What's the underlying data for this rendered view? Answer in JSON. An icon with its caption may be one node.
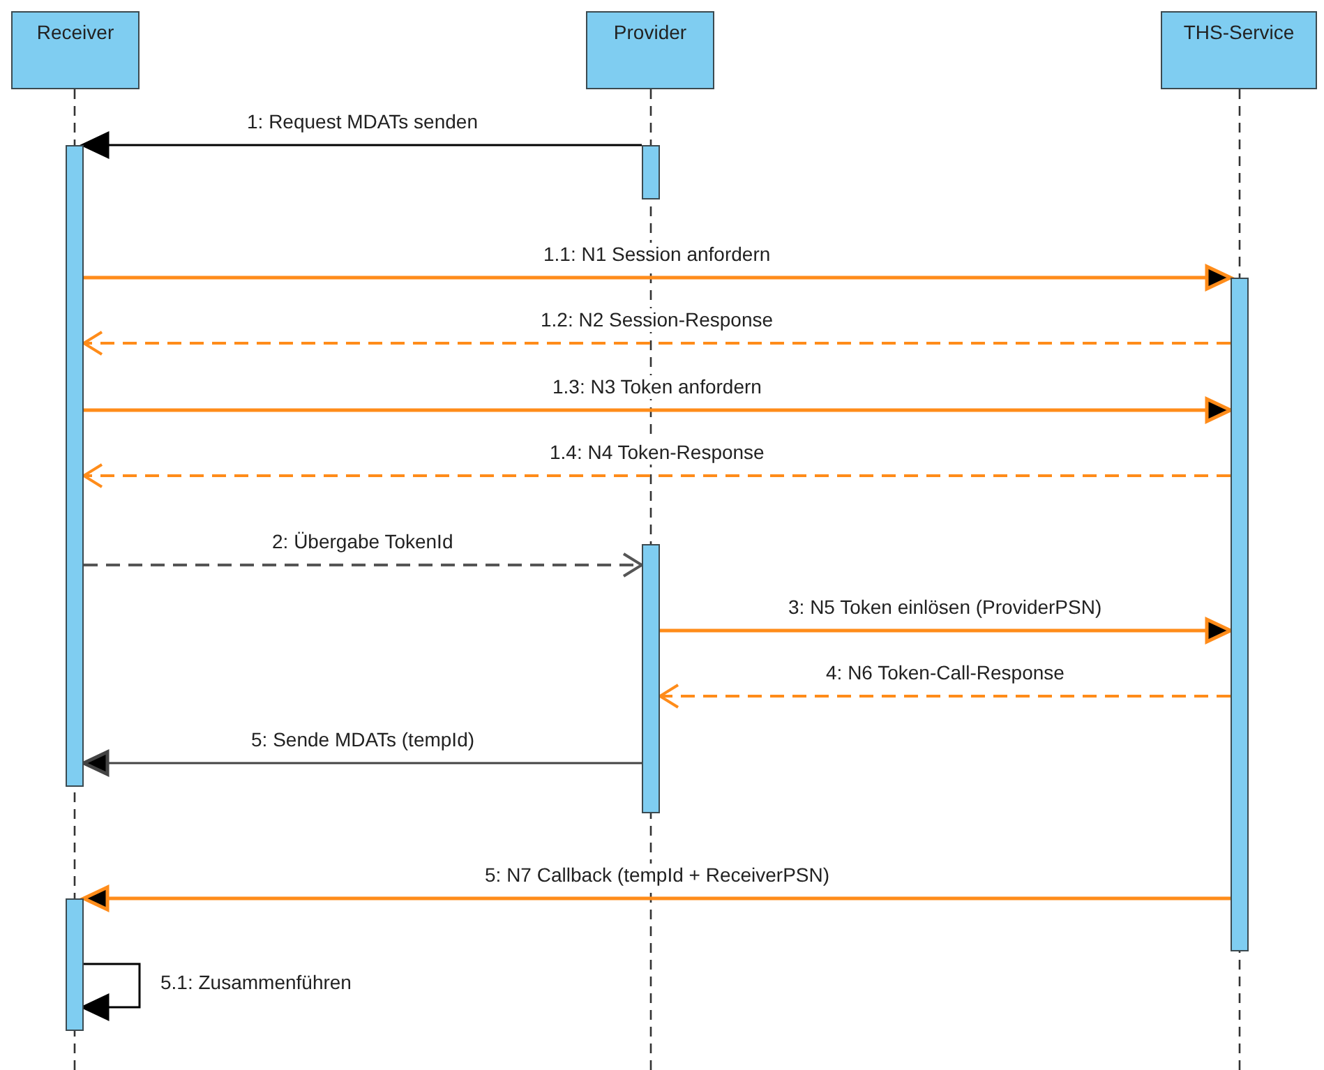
{
  "diagram": {
    "nodes": [
      {
        "text": [
          "Receiver"
        ]
      },
      {
        "text": [
          "Provider"
        ]
      },
      {
        "text": [
          "THS-Service"
        ]
      },
      {
        "text": [],
        "shape": "bar"
      },
      {
        "text": [],
        "shape": "bar"
      },
      {
        "text": [],
        "shape": "bar"
      },
      {
        "text": [],
        "shape": "bar"
      },
      {
        "text": [],
        "shape": "bar"
      }
    ],
    "edges": [
      {
        "from": 5,
        "to": 3,
        "arrow": "to",
        "label": "1: Request MDATs senden",
        "color": "#000000"
      },
      {
        "from": 3,
        "to": 7,
        "arrow": "to",
        "label": "1.1: N1 Session anfordern"
      },
      {
        "from": 7,
        "to": 3,
        "arrow": "to",
        "label": "1.2: N2 Session-Response",
        "style": "dashed"
      },
      {
        "from": 3,
        "to": 7,
        "arrow": "to",
        "label": "1.3: N3 Token anfordern"
      },
      {
        "from": 7,
        "to": 3,
        "arrow": "to",
        "label": "1.4: N4 Token-Response",
        "style": "dashed"
      },
      {
        "from": 3,
        "to": 6,
        "arrow": "to",
        "label": "2: Übergabe TokenId",
        "style": "dashed",
        "color": "#555555"
      },
      {
        "from": 6,
        "to": 7,
        "arrow": "to",
        "label": "3: N5 Token einlösen (ProviderPSN)"
      },
      {
        "from": 7,
        "to": 6,
        "arrow": "to",
        "label": "4: N6 Token-Call-Response",
        "style": "dashed"
      },
      {
        "from": 6,
        "to": 3,
        "arrow": "to",
        "label": "5: Sende MDATs (tempId)",
        "color": "#444444"
      },
      {
        "from": 7,
        "to": 4,
        "arrow": "to",
        "label": "5: N7 Callback (tempId + ReceiverPSN)"
      },
      {
        "from": 4,
        "to": 4,
        "arrow": "to",
        "label": "5.1: Zusammenführen",
        "color": "#000000"
      }
    ]
  }
}
